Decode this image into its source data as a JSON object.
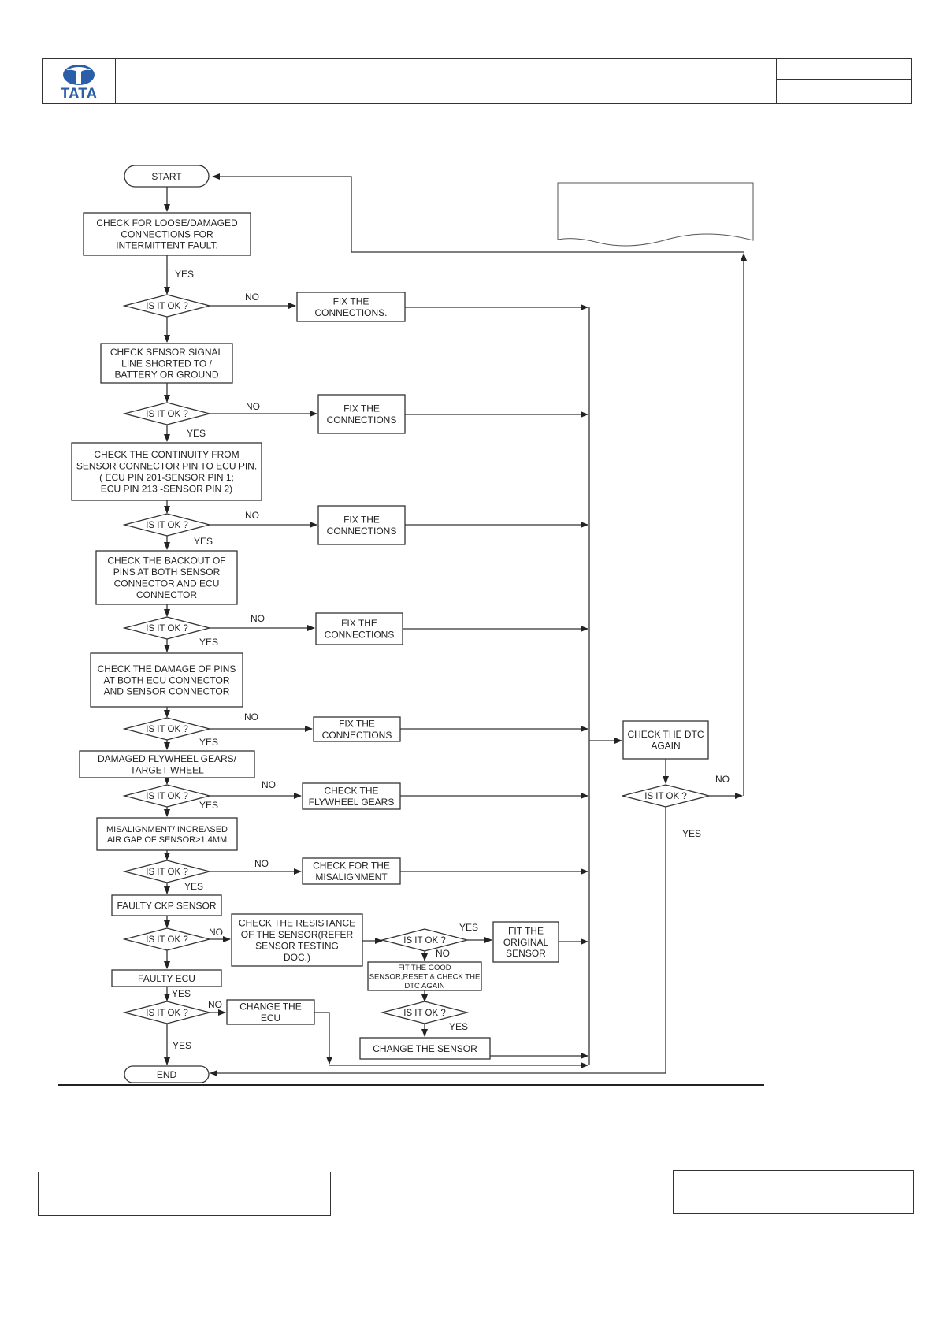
{
  "header": {
    "logo_text": "TATA"
  },
  "flow": {
    "start": "START",
    "end": "END",
    "yes": "YES",
    "no": "NO",
    "is_it_ok": "IS IT OK ?",
    "step1": [
      "CHECK FOR LOOSE/DAMAGED",
      "CONNECTIONS FOR",
      "INTERMITTENT FAULT."
    ],
    "step2": [
      "CHECK SENSOR SIGNAL",
      "LINE SHORTED TO /",
      "BATTERY OR  GROUND"
    ],
    "step3": [
      "CHECK THE  CONTINUITY FROM",
      "SENSOR CONNECTOR PIN TO ECU PIN.",
      "( ECU PIN 201-SENSOR PIN 1;",
      "ECU PIN 213 -SENSOR PIN 2)"
    ],
    "step4": [
      "CHECK THE BACKOUT OF",
      "PINS AT BOTH SENSOR",
      "CONNECTOR AND ECU",
      "CONNECTOR"
    ],
    "step5": [
      "CHECK THE DAMAGE OF PINS",
      "AT BOTH ECU CONNECTOR",
      "AND SENSOR CONNECTOR"
    ],
    "step6": [
      "DAMAGED FLYWHEEL GEARS/",
      "TARGET WHEEL"
    ],
    "step7": [
      "MISALIGNMENT/ INCREASED",
      "AIR GAP OF SENSOR>1.4MM"
    ],
    "step8": [
      "FAULTY CKP SENSOR"
    ],
    "step9": [
      "FAULTY ECU"
    ],
    "fix1": [
      "FIX THE",
      "CONNECTIONS."
    ],
    "fix2": [
      "FIX THE",
      "CONNECTIONS"
    ],
    "fix3": [
      "FIX THE",
      "CONNECTIONS"
    ],
    "fix4": [
      "FIX THE",
      "CONNECTIONS"
    ],
    "fix5": [
      "FIX THE",
      "CONNECTIONS"
    ],
    "fix6": [
      "CHECK THE",
      "FLYWHEEL GEARS"
    ],
    "fix7": [
      "CHECK FOR THE",
      "MISALIGNMENT"
    ],
    "resistance": [
      "CHECK THE RESISTANCE",
      "OF THE SENSOR(REFER",
      "SENSOR TESTING",
      "DOC.)"
    ],
    "fit_original": [
      "FIT THE",
      "ORIGINAL",
      "SENSOR"
    ],
    "fit_good": [
      "FIT THE GOOD",
      "SENSOR,RESET & CHECK THE",
      "DTC AGAIN"
    ],
    "change_ecu": [
      "CHANGE THE",
      "ECU"
    ],
    "change_sensor": [
      "CHANGE THE SENSOR"
    ],
    "check_dtc": [
      "CHECK THE DTC",
      "AGAIN"
    ]
  }
}
